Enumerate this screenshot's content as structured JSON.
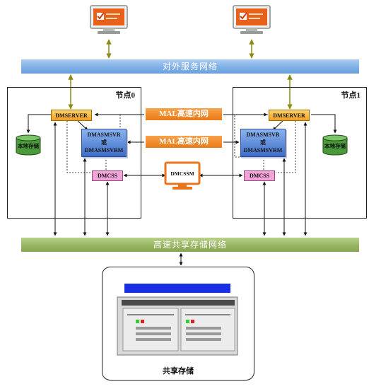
{
  "external_network_label": "对外服务网络",
  "shared_network_label": "高速共享存储网络",
  "mal_top_label": "MAL高速内网",
  "mal_bottom_label": "MAL高速内网",
  "dmcssm_label": "DMCSSM",
  "shared_storage_label": "共享存储",
  "node0": {
    "label": "节点0",
    "dmserver": "DMSERVER",
    "dmasm_line1": "DMASMSVR",
    "dmasm_line2": "或",
    "dmasm_line3": "DMASMSVRM",
    "dmcss": "DMCSS",
    "local_storage": "本地存储"
  },
  "node1": {
    "label": "节点1",
    "dmserver": "DMSERVER",
    "dmasm_line1": "DMASMSVR",
    "dmasm_line2": "或",
    "dmasm_line3": "DMASMSVRM",
    "dmcss": "DMCSS",
    "local_storage": "本地存储"
  },
  "icons": [
    "client-monitor-icon",
    "client-monitor-icon",
    "monitor-icon",
    "database-cylinder-icon",
    "storage-array-icon"
  ],
  "colors": {
    "external_network": "#7fb0e6",
    "shared_network": "#97b561",
    "mal": "#ea7a16",
    "dmserver": "#f0a020",
    "dmasm": "#3d6cc8",
    "dmcss": "#f2a4d8",
    "local_storage": "#4a9a3c"
  }
}
